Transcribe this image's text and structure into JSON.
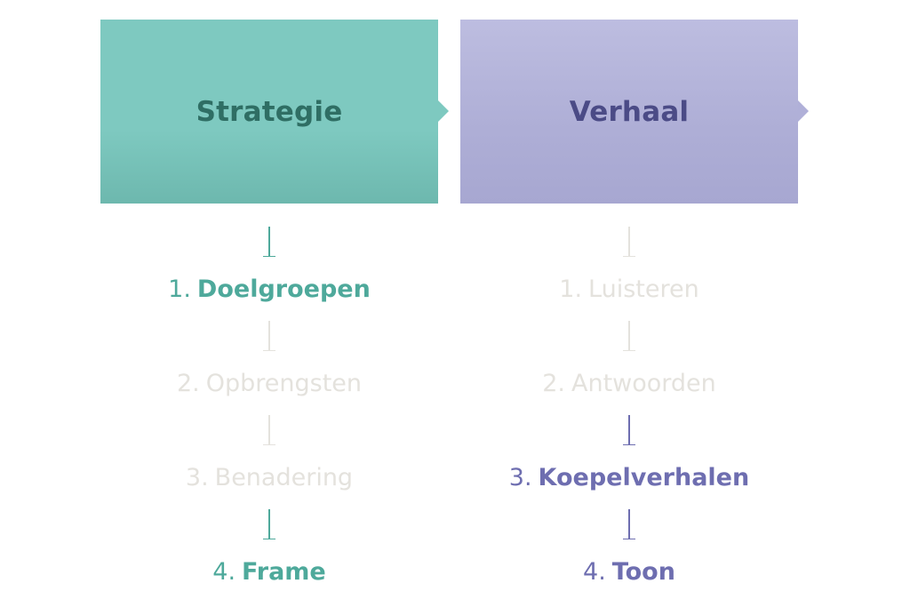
{
  "colors": {
    "teal": "#4ea99b",
    "teal_dark": "#2f6e64",
    "purple": "#6e6eb0",
    "purple_dark": "#4b4b86",
    "inactive": "#e4e2dd"
  },
  "columns": [
    {
      "title": "Strategie",
      "steps": [
        {
          "num": "1.",
          "label": "Doelgroepen",
          "active": true
        },
        {
          "num": "2.",
          "label": "Opbrengsten",
          "active": false
        },
        {
          "num": "3.",
          "label": "Benadering",
          "active": false
        },
        {
          "num": "4.",
          "label": "Frame",
          "active": true
        }
      ]
    },
    {
      "title": "Verhaal",
      "steps": [
        {
          "num": "1.",
          "label": "Luisteren",
          "active": false
        },
        {
          "num": "2.",
          "label": "Antwoorden",
          "active": false
        },
        {
          "num": "3.",
          "label": "Koepelverhalen",
          "active": true
        },
        {
          "num": "4.",
          "label": "Toon",
          "active": true
        }
      ]
    }
  ]
}
